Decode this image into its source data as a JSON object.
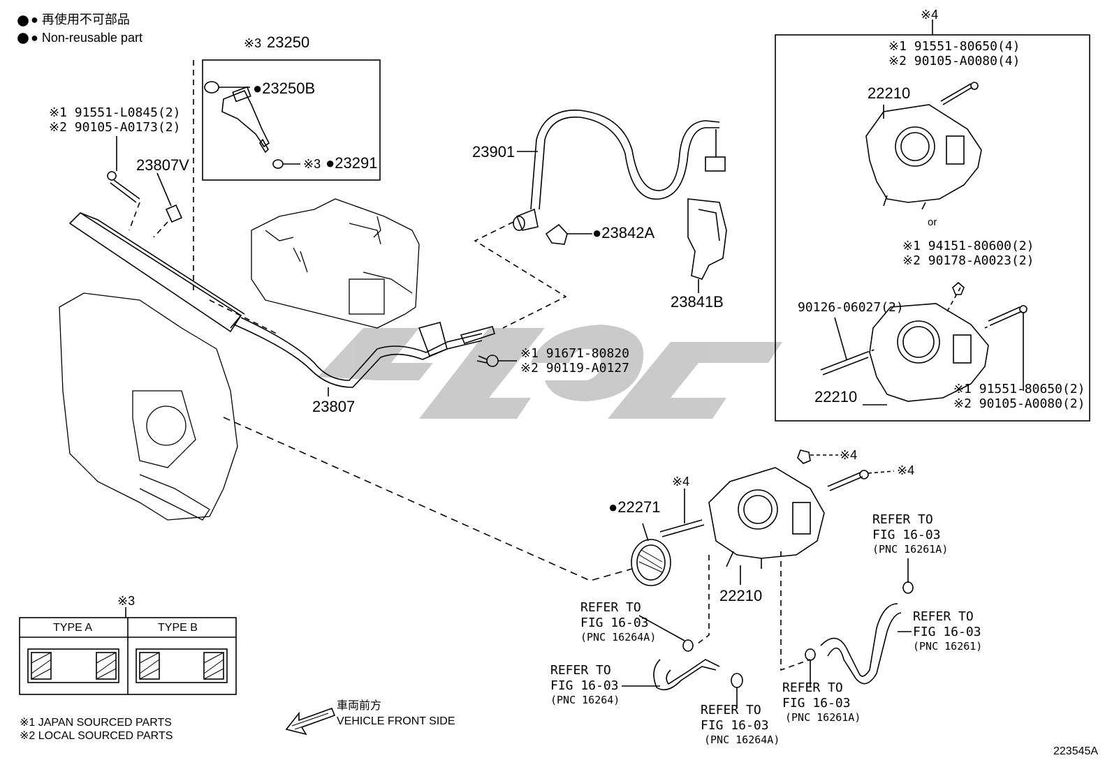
{
  "legend": {
    "bullet_jp": "● 再使用不可部品",
    "bullet_en": "● Non-reusable part",
    "note1": "※1 JAPAN SOURCED PARTS",
    "note2": "※2 LOCAL SOURCED PARTS"
  },
  "injector_box": {
    "title_mark": "※3",
    "title_num": "23250",
    "oring": "●23250B",
    "insulator_mark": "※3",
    "insulator": "●23291"
  },
  "left_bolt": {
    "line1": "※1 91551-L0845(2)",
    "line2": "※2 90105-A0173(2)",
    "spacer": "23807V"
  },
  "fuel_rail": {
    "label": "23807"
  },
  "rail_bolt": {
    "line1": "※1 91671-80820",
    "line2": "※2 90119-A0127"
  },
  "hose": {
    "tube": "23901",
    "clip": "●23842A",
    "bracket": "23841B"
  },
  "throttle_box": {
    "title": "※4",
    "a_line1": "※1 91551-80650(4)",
    "a_line2": "※2 90105-A0080(4)",
    "a_part": "22210",
    "or": "or",
    "b_line1": "※1 94151-80600(2)",
    "b_line2": "※2 90178-A0023(2)",
    "b_stud": "90126-06027(2)",
    "b_part": "22210",
    "b_line3": "※1 91551-80650(2)",
    "b_line4": "※2 90105-A0080(2)"
  },
  "throttle_main": {
    "nut_mark": "※4",
    "bolt_mark": "※4",
    "stud_mark": "※4",
    "gasket": "●22271",
    "part": "22210"
  },
  "refs": {
    "r1_l1": "REFER TO",
    "r1_l2": "FIG 16-03",
    "r1_l3": "(PNC 16261A)",
    "r2_l1": "REFER TO",
    "r2_l2": "FIG 16-03",
    "r2_l3": "(PNC 16261)",
    "r3_l1": "REFER TO",
    "r3_l2": "FIG 16-03",
    "r3_l3": "(PNC 16264A)",
    "r4_l1": "REFER TO",
    "r4_l2": "FIG 16-03",
    "r4_l3": "(PNC 16264)",
    "r5_l1": "REFER TO",
    "r5_l2": "FIG 16-03",
    "r5_l3": "(PNC 16264A)",
    "r6_l1": "REFER TO",
    "r6_l2": "FIG 16-03",
    "r6_l3": "(PNC 16261A)"
  },
  "type_table": {
    "mark": "※3",
    "type_a": "TYPE A",
    "type_b": "TYPE B"
  },
  "front": {
    "jp": "車両前方",
    "en": "VEHICLE FRONT SIDE"
  },
  "diagram_id": "223545A",
  "watermark_color": "#c8c8c8"
}
